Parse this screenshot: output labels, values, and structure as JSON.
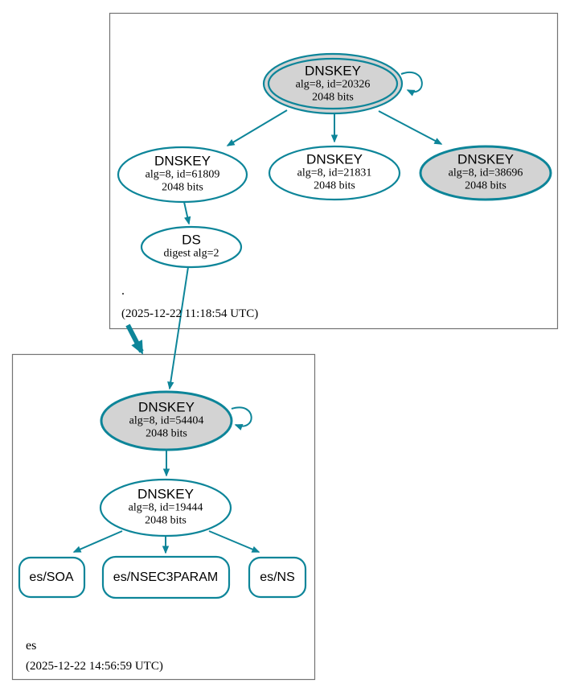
{
  "colors": {
    "edge": "#0d8599",
    "ksk-fill": "#d3d3d3",
    "node-fill": "#ffffff",
    "cluster-border": "#737373",
    "text": "#000000"
  },
  "zones": {
    "root": {
      "label": ".",
      "timestamp": "(2025-12-22 11:18:54 UTC)",
      "nodes": {
        "ksk_20326": {
          "title": "DNSKEY",
          "detail": "alg=8, id=20326",
          "bits": "2048 bits"
        },
        "zsk_61809": {
          "title": "DNSKEY",
          "detail": "alg=8, id=61809",
          "bits": "2048 bits"
        },
        "zsk_21831": {
          "title": "DNSKEY",
          "detail": "alg=8, id=21831",
          "bits": "2048 bits"
        },
        "ksk_38696": {
          "title": "DNSKEY",
          "detail": "alg=8, id=38696",
          "bits": "2048 bits"
        },
        "ds": {
          "title": "DS",
          "detail": "digest alg=2"
        }
      }
    },
    "es": {
      "label": "es",
      "timestamp": "(2025-12-22 14:56:59 UTC)",
      "nodes": {
        "ksk_54404": {
          "title": "DNSKEY",
          "detail": "alg=8, id=54404",
          "bits": "2048 bits"
        },
        "zsk_19444": {
          "title": "DNSKEY",
          "detail": "alg=8, id=19444",
          "bits": "2048 bits"
        },
        "rrset_soa": {
          "label": "es/SOA"
        },
        "rrset_nsec3param": {
          "label": "es/NSEC3PARAM"
        },
        "rrset_ns": {
          "label": "es/NS"
        }
      }
    }
  }
}
